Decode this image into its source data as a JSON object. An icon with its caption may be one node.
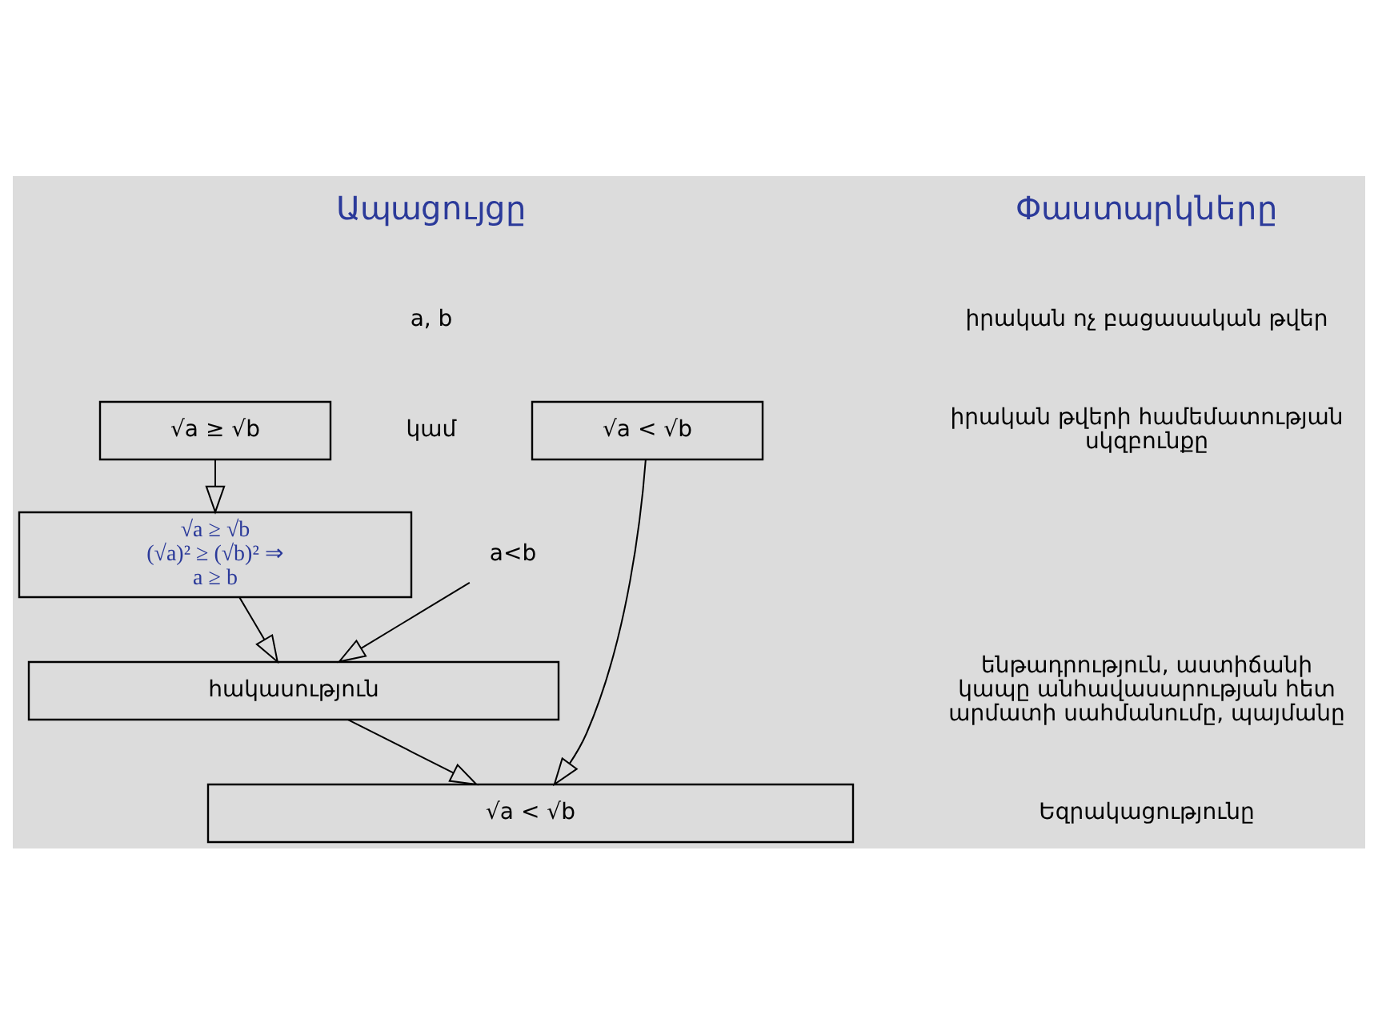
{
  "diagram": {
    "nodes": [
      {
        "text": [
          "√a ≥ √b"
        ]
      },
      {
        "text": [
          "√a < √b"
        ]
      },
      {
        "text": [
          "√a ≥ √b",
          "(√a)² ≥ (√b)² ⇒",
          "a ≥ b"
        ]
      },
      {
        "text": [
          "a<b"
        ]
      },
      {
        "text": [
          "հակասություն"
        ]
      },
      {
        "text": [
          "√a < √b"
        ]
      }
    ],
    "edges": [
      {
        "from": 0,
        "to": 2,
        "arrow": "to"
      },
      {
        "from": 2,
        "to": 4,
        "arrow": "to"
      },
      {
        "from": 3,
        "to": 4,
        "arrow": "to"
      },
      {
        "from": 1,
        "to": 5,
        "arrow": "to"
      },
      {
        "from": 4,
        "to": 5,
        "arrow": "to"
      }
    ],
    "labels": [
      "Ապացույցը",
      "Փաստարկները",
      "a, b",
      "կամ",
      "իրական ոչ բացասական թվեր",
      "իրական թվերի համեմատության սկզբունքը",
      "ենթադրություն, աստիճանի կապը անհավասարության հետ արմատի սահմանումը, պայմանը",
      "Եզրակացությունը"
    ]
  }
}
